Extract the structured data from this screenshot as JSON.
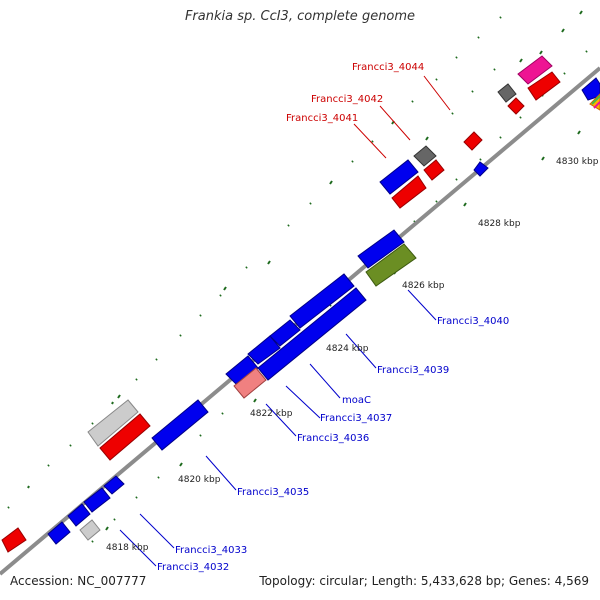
{
  "title": "Frankia sp. CcI3, complete genome",
  "footer": {
    "accession": "Accession: NC_007777",
    "summary": "Topology: circular; Length: 5,433,628 bp; Genes: 4,569"
  },
  "colors": {
    "backbone": "#8c8c8c",
    "tick": "#1f6b1f",
    "blue_gene": "#0000ee",
    "red_gene": "#ee0000",
    "grey_gene": "#666666",
    "light_grey_gene": "#cccccc",
    "magenta_gene": "#ee1493",
    "olive_gene": "#6b8e23",
    "pink_gene": "#f08080",
    "red_label": "#cc0000",
    "blue_label": "#0000cc"
  },
  "kbp_labels": [
    "4818 kbp",
    "4820 kbp",
    "4822 kbp",
    "4824 kbp",
    "4826 kbp",
    "4828 kbp",
    "4830 kbp"
  ],
  "gene_labels": {
    "red": [
      "Francci3_4044",
      "Francci3_4042",
      "Francci3_4041"
    ],
    "blue": [
      "Francci3_4040",
      "Francci3_4039",
      "moaC",
      "Francci3_4037",
      "Francci3_4036",
      "Francci3_4035",
      "Francci3_4033",
      "Francci3_4032"
    ]
  }
}
